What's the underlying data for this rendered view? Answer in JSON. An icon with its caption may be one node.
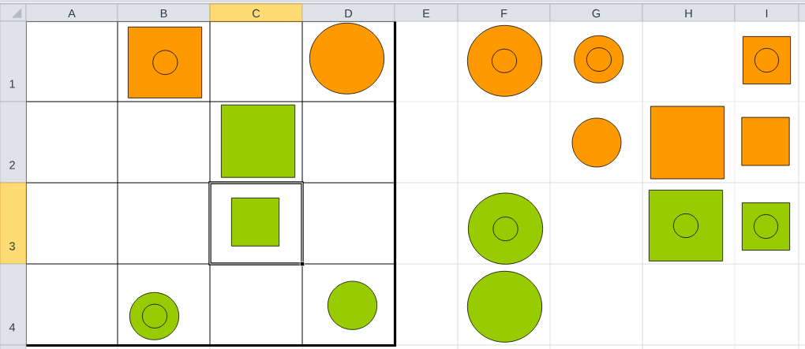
{
  "diagram": {
    "nodes": [
      {
        "text": [],
        "shape": "box"
      },
      {
        "text": [],
        "shape": "circle",
        "in": 0
      },
      {
        "text": [],
        "shape": "circle"
      },
      {
        "text": [],
        "shape": "circle"
      },
      {
        "text": [],
        "shape": "circle",
        "in": 3
      },
      {
        "text": [],
        "shape": "circle"
      },
      {
        "text": [],
        "shape": "circle",
        "in": 5
      },
      {
        "text": [],
        "shape": "box"
      },
      {
        "text": [],
        "shape": "circle",
        "in": 7
      },
      {
        "text": [],
        "shape": "box"
      },
      {
        "text": [],
        "shape": "circle"
      },
      {
        "text": [],
        "shape": "box"
      },
      {
        "text": [],
        "shape": "box"
      },
      {
        "text": [],
        "shape": "box"
      },
      {
        "text": [],
        "shape": "circle"
      },
      {
        "text": [],
        "shape": "circle",
        "in": 14
      },
      {
        "text": [],
        "shape": "box"
      },
      {
        "text": [],
        "shape": "circle",
        "in": 16
      },
      {
        "text": [],
        "shape": "box"
      },
      {
        "text": [],
        "shape": "circle",
        "in": 18
      },
      {
        "text": [],
        "shape": "circle"
      },
      {
        "text": [],
        "shape": "circle",
        "in": 20
      },
      {
        "text": [],
        "shape": "circle"
      },
      {
        "text": [],
        "shape": "circle"
      }
    ],
    "labels": [
      "A",
      "B",
      "C",
      "D",
      "E",
      "F",
      "G",
      "H",
      "I",
      "1",
      "2",
      "3",
      "4"
    ]
  }
}
